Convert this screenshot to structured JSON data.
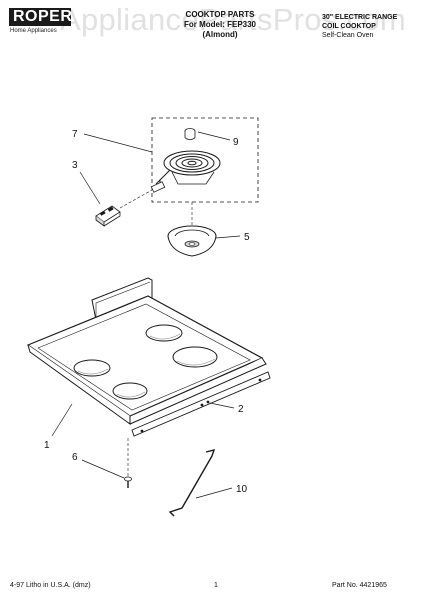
{
  "header": {
    "brand": "ROPER",
    "brand_sub": "Home Appliances",
    "title_lines": [
      "COOKTOP PARTS",
      "For Model: FEP330",
      "(Almond)"
    ],
    "right_lines": [
      "30\" ELECTRIC RANGE",
      "COIL COOKTOP",
      "Self-Clean Oven"
    ]
  },
  "watermark": "AppliancePartsPros.com",
  "callouts": {
    "c7": "7",
    "c9": "9",
    "c3": "3",
    "c5": "5",
    "c2": "2",
    "c1": "1",
    "c6": "6",
    "c10": "10"
  },
  "footer": {
    "left": "4-97 Litho in U.S.A. (dmz)",
    "center": "1",
    "right": "Part No. 4421965"
  },
  "colors": {
    "line": "#1a1a1a",
    "part_fill": "#ffffff",
    "shade": "#d8d8d8"
  }
}
